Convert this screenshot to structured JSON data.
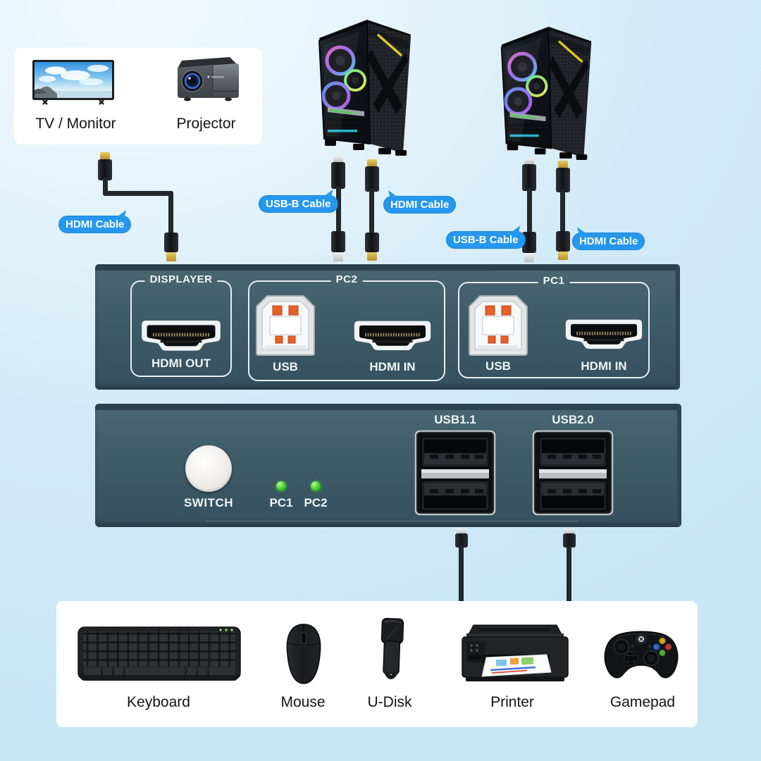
{
  "colors": {
    "background_blue": "#cde9f7",
    "device_teal": "#3e5b68",
    "cable_label_blue": "#2697ec",
    "led_green": "#3ecb27",
    "usb_pin_orange": "#e85f28"
  },
  "display_card": {
    "tv_label": "TV / Monitor",
    "projector_label": "Projector"
  },
  "cable_labels": {
    "display_hdmi": "HDMI Cable",
    "pc2_usb": "USB-B Cable",
    "pc2_hdmi": "HDMI Cable",
    "pc1_usb": "USB-B Cable",
    "pc1_hdmi": "HDMI Cable"
  },
  "kvm_rear": {
    "sections": [
      {
        "name": "DISPLAYER",
        "ports": [
          {
            "type": "hdmi-socket",
            "label": "HDMI OUT"
          }
        ]
      },
      {
        "name": "PC2",
        "ports": [
          {
            "type": "usb-b-port",
            "label": "USB"
          },
          {
            "type": "hdmi-socket",
            "label": "HDMI IN"
          }
        ]
      },
      {
        "name": "PC1",
        "ports": [
          {
            "type": "usb-b-port",
            "label": "USB"
          },
          {
            "type": "hdmi-socket",
            "label": "HDMI IN"
          }
        ]
      }
    ]
  },
  "kvm_front": {
    "switch_label": "SWITCH",
    "leds": [
      {
        "label": "PC1"
      },
      {
        "label": "PC2"
      }
    ],
    "hubs": [
      {
        "label": "USB1.1"
      },
      {
        "label": "USB2.0"
      }
    ]
  },
  "peripherals_card": {
    "items": [
      {
        "label": "Keyboard"
      },
      {
        "label": "Mouse"
      },
      {
        "label": "U-Disk"
      },
      {
        "label": "Printer"
      },
      {
        "label": "Gamepad"
      }
    ]
  }
}
